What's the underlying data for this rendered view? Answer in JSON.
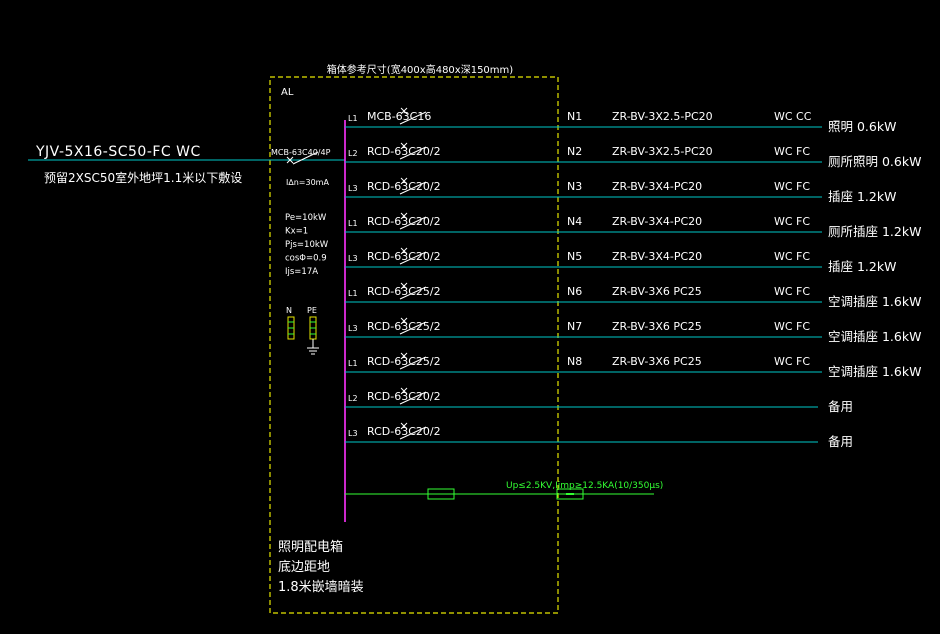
{
  "colors": {
    "background": "#000000",
    "wire": "#00c8c8",
    "busbar": "#ff33ff",
    "box_border": "#e6e600",
    "spd": "#33ff33",
    "text": "#ffffff"
  },
  "box": {
    "title": "箱体参考尺寸(宽400x高480x深150mm)",
    "code": "AL",
    "install_note": [
      "照明配电箱",
      "底边距地",
      "1.8米嵌墙暗装"
    ]
  },
  "incoming": {
    "cable": "YJV-5X16-SC50-FC WC",
    "note": "预留2XSC50室外地坪1.1米以下敷设",
    "breaker": "MCB-63C40/4P",
    "rcd": "I∆n=30mA"
  },
  "parameters": [
    "Pe=10kW",
    "Kx=1",
    "Pjs=10kW",
    "cosΦ=0.9",
    "Ijs=17A"
  ],
  "terminals": {
    "n": "N",
    "pe": "PE"
  },
  "circuits": [
    {
      "phase": "L1",
      "breaker": "MCB-63C16",
      "circuit": "N1",
      "cable": "ZR-BV-3X2.5-PC20",
      "laying": "WC CC",
      "load": "照明 0.6kW"
    },
    {
      "phase": "L2",
      "breaker": "RCD-63C20/2",
      "circuit": "N2",
      "cable": "ZR-BV-3X2.5-PC20",
      "laying": "WC FC",
      "load": "厕所照明 0.6kW"
    },
    {
      "phase": "L3",
      "breaker": "RCD-63C20/2",
      "circuit": "N3",
      "cable": "ZR-BV-3X4-PC20",
      "laying": "WC FC",
      "load": "插座 1.2kW"
    },
    {
      "phase": "L1",
      "breaker": "RCD-63C20/2",
      "circuit": "N4",
      "cable": "ZR-BV-3X4-PC20",
      "laying": "WC FC",
      "load": "厕所插座 1.2kW"
    },
    {
      "phase": "L3",
      "breaker": "RCD-63C20/2",
      "circuit": "N5",
      "cable": "ZR-BV-3X4-PC20",
      "laying": "WC FC",
      "load": "插座 1.2kW"
    },
    {
      "phase": "L1",
      "breaker": "RCD-63C25/2",
      "circuit": "N6",
      "cable": "ZR-BV-3X6 PC25",
      "laying": "WC FC",
      "load": "空调插座 1.6kW"
    },
    {
      "phase": "L3",
      "breaker": "RCD-63C25/2",
      "circuit": "N7",
      "cable": "ZR-BV-3X6 PC25",
      "laying": "WC FC",
      "load": "空调插座 1.6kW"
    },
    {
      "phase": "L1",
      "breaker": "RCD-63C25/2",
      "circuit": "N8",
      "cable": "ZR-BV-3X6 PC25",
      "laying": "WC FC",
      "load": "空调插座 1.6kW"
    },
    {
      "phase": "L2",
      "breaker": "RCD-63C20/2",
      "circuit": "",
      "cable": "",
      "laying": "",
      "load": "备用"
    },
    {
      "phase": "L3",
      "breaker": "RCD-63C20/2",
      "circuit": "",
      "cable": "",
      "laying": "",
      "load": "备用"
    }
  ],
  "spd": {
    "label": "Up≤2.5KV,Iimp≥12.5KA(10/350μs)"
  }
}
